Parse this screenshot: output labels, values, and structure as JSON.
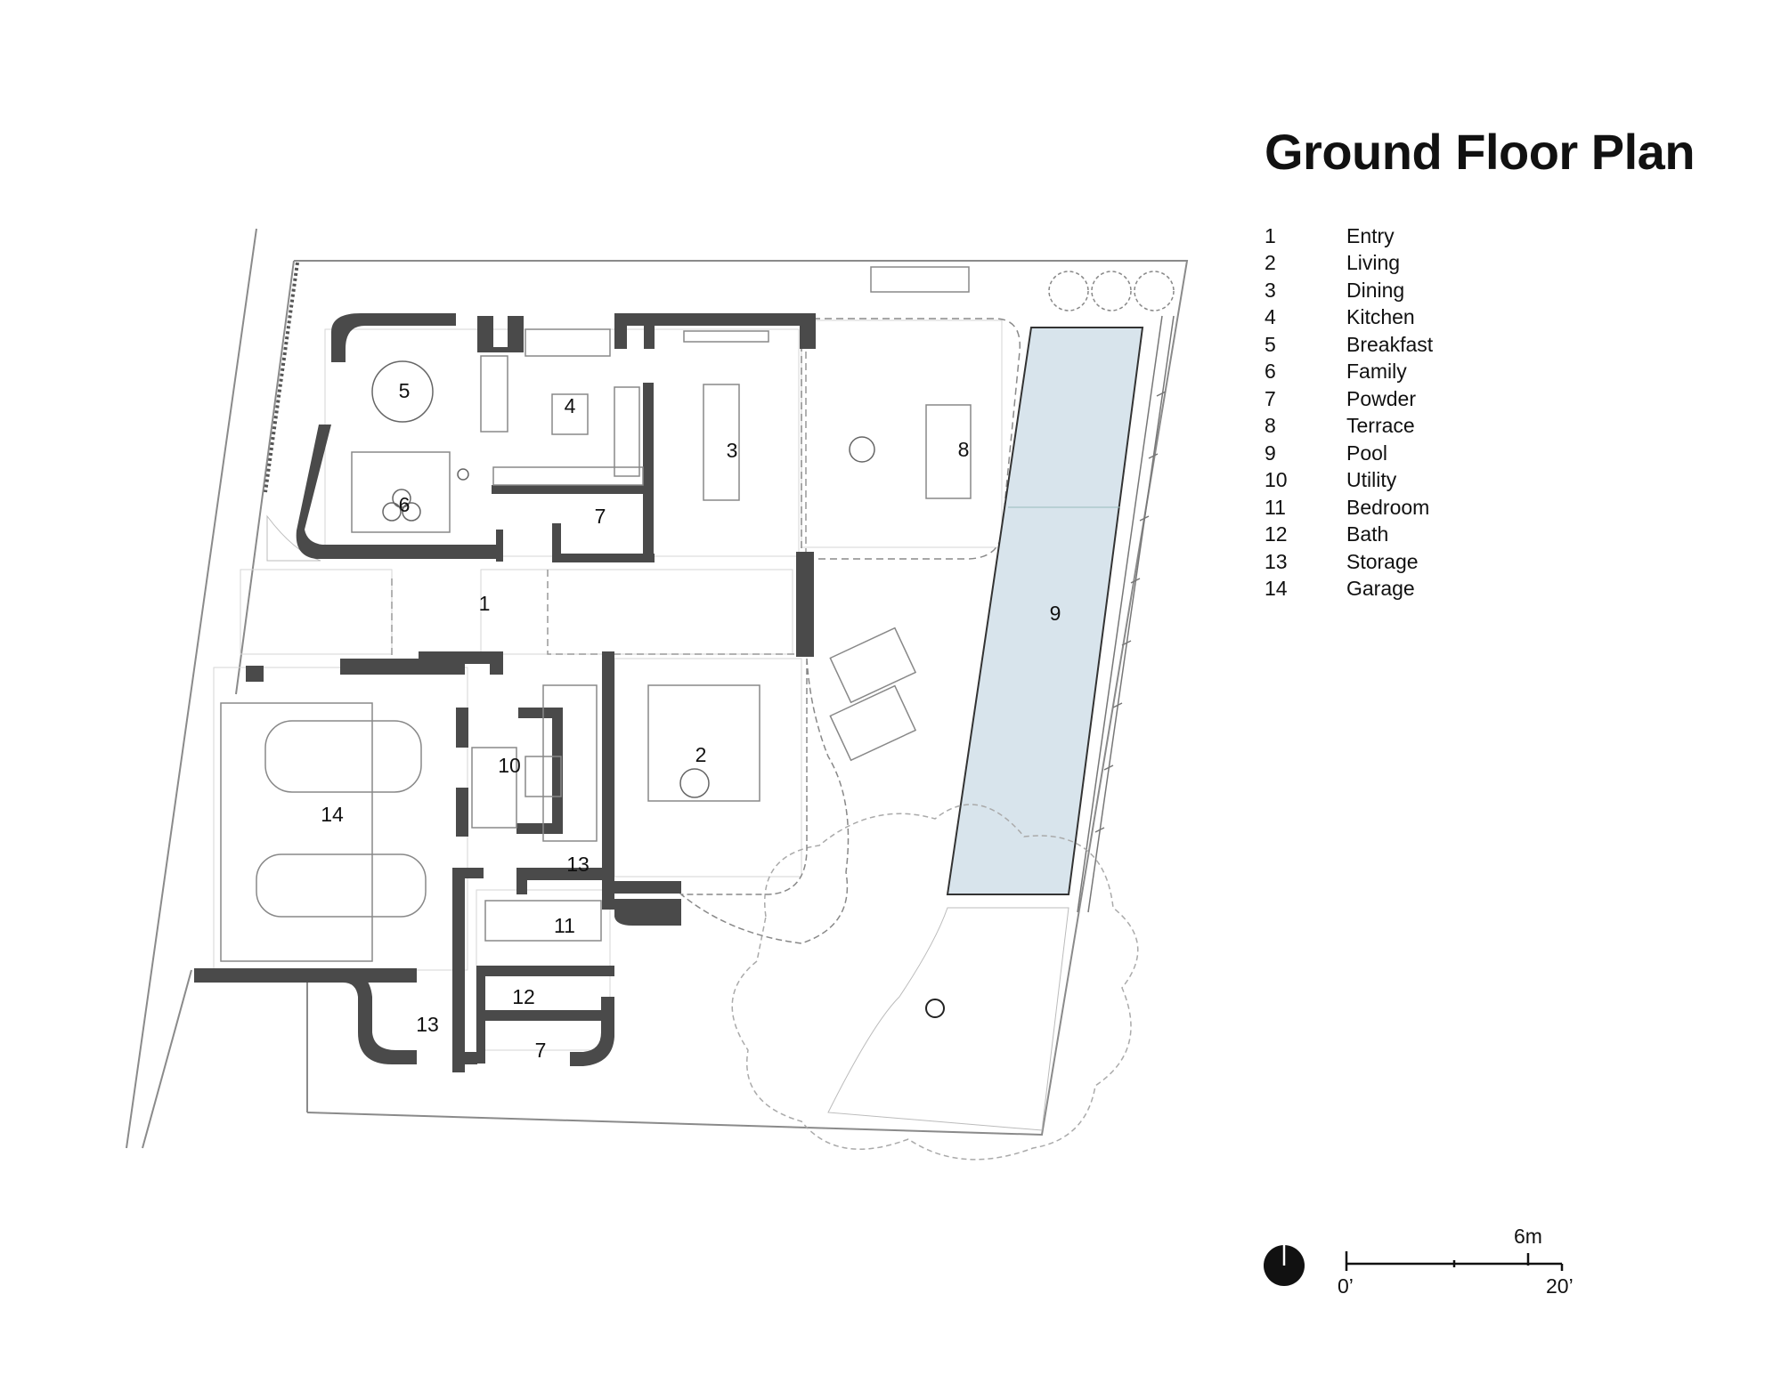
{
  "title": "Ground Floor Plan",
  "legend": [
    {
      "num": "1",
      "name": "Entry"
    },
    {
      "num": "2",
      "name": "Living"
    },
    {
      "num": "3",
      "name": "Dining"
    },
    {
      "num": "4",
      "name": "Kitchen"
    },
    {
      "num": "5",
      "name": "Breakfast"
    },
    {
      "num": "6",
      "name": "Family"
    },
    {
      "num": "7",
      "name": "Powder"
    },
    {
      "num": "8",
      "name": "Terrace"
    },
    {
      "num": "9",
      "name": "Pool"
    },
    {
      "num": "10",
      "name": "Utility"
    },
    {
      "num": "11",
      "name": "Bedroom"
    },
    {
      "num": "12",
      "name": "Bath"
    },
    {
      "num": "13",
      "name": "Storage"
    },
    {
      "num": "14",
      "name": "Garage"
    }
  ],
  "scale_bar": {
    "metric_label": "6m",
    "start_label": "0’",
    "end_label": "20’"
  },
  "room_labels": {
    "entry": "1",
    "living": "2",
    "dining": "3",
    "kitchen": "4",
    "breakfast": "5",
    "family": "6",
    "powder_a": "7",
    "powder_b": "7",
    "terrace": "8",
    "pool": "9",
    "utility": "10",
    "bedroom": "11",
    "bath": "12",
    "storage_a": "13",
    "storage_b": "13",
    "garage": "14"
  },
  "colors": {
    "wall": "#4a4a4a",
    "pool": "#d8e4ec",
    "line": "#9a9a9a"
  }
}
